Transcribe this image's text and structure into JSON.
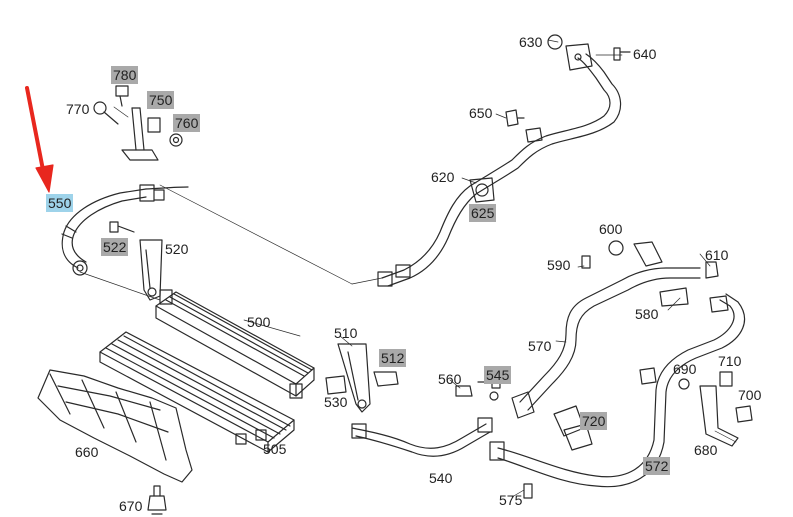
{
  "colors": {
    "line": "#2a2a2a",
    "highlight_gray": "#a9a9a9",
    "highlight_selected": "#9ed3ea",
    "arrow": "#e8271e"
  },
  "selected_part": "550",
  "callouts": [
    {
      "id": "550",
      "style": "selected"
    },
    {
      "id": "780",
      "style": "gray"
    },
    {
      "id": "770",
      "style": "plain"
    },
    {
      "id": "750",
      "style": "gray"
    },
    {
      "id": "760",
      "style": "gray"
    },
    {
      "id": "522",
      "style": "gray"
    },
    {
      "id": "520",
      "style": "plain"
    },
    {
      "id": "500",
      "style": "plain"
    },
    {
      "id": "505",
      "style": "plain"
    },
    {
      "id": "660",
      "style": "plain"
    },
    {
      "id": "670",
      "style": "plain"
    },
    {
      "id": "630",
      "style": "plain"
    },
    {
      "id": "640",
      "style": "plain"
    },
    {
      "id": "650",
      "style": "plain"
    },
    {
      "id": "620",
      "style": "plain"
    },
    {
      "id": "625",
      "style": "gray"
    },
    {
      "id": "600",
      "style": "plain"
    },
    {
      "id": "610",
      "style": "plain"
    },
    {
      "id": "590",
      "style": "plain"
    },
    {
      "id": "580",
      "style": "plain"
    },
    {
      "id": "570",
      "style": "plain"
    },
    {
      "id": "510",
      "style": "plain"
    },
    {
      "id": "512",
      "style": "gray"
    },
    {
      "id": "530",
      "style": "plain"
    },
    {
      "id": "560",
      "style": "plain"
    },
    {
      "id": "545",
      "style": "gray"
    },
    {
      "id": "720",
      "style": "gray"
    },
    {
      "id": "690",
      "style": "plain"
    },
    {
      "id": "710",
      "style": "plain"
    },
    {
      "id": "700",
      "style": "plain"
    },
    {
      "id": "680",
      "style": "plain"
    },
    {
      "id": "572",
      "style": "gray"
    },
    {
      "id": "540",
      "style": "plain"
    },
    {
      "id": "575",
      "style": "plain"
    }
  ]
}
